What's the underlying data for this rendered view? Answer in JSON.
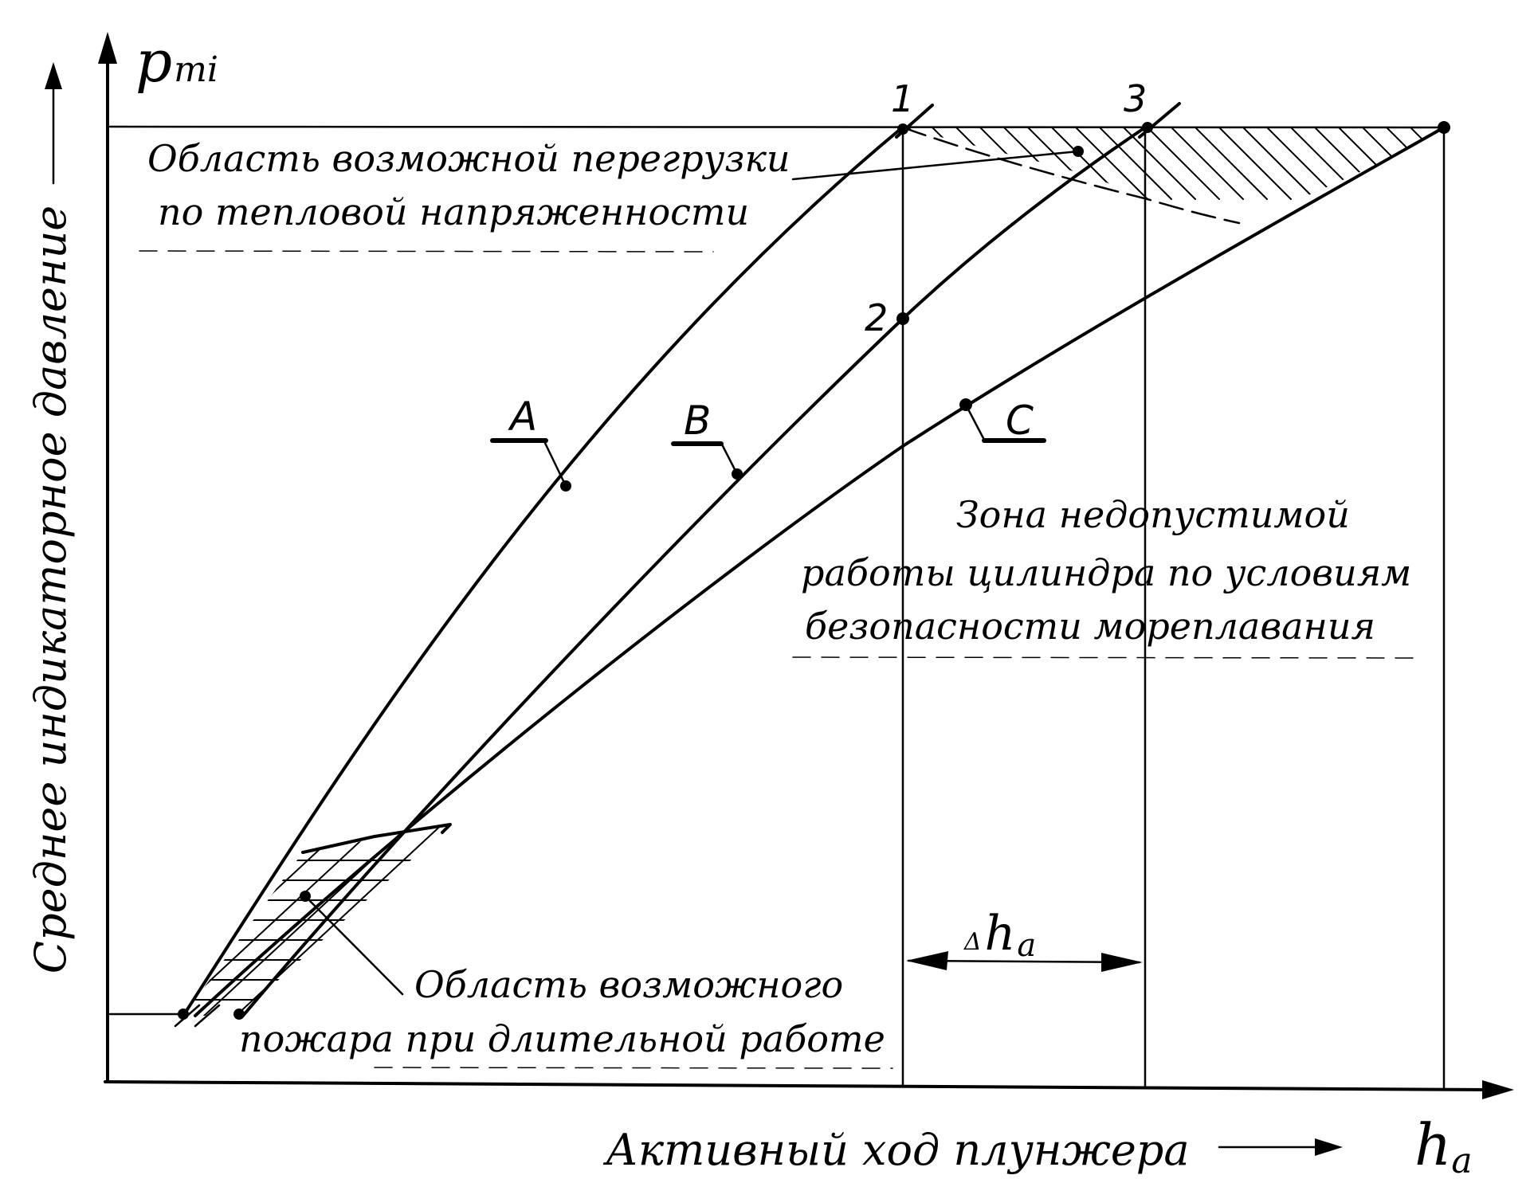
{
  "axes": {
    "y_symbol": "p",
    "y_symbol_sub": "mi",
    "x_symbol": "h",
    "x_symbol_sub": "a",
    "y_title": "Среднее индикаторное давление",
    "x_title": "Активный ход плунжера"
  },
  "curves": {
    "a": "A",
    "b": "B",
    "c": "C"
  },
  "points": {
    "p1": "1",
    "p2": "2",
    "p3": "3"
  },
  "annotations": {
    "overload_line1": "Область возможной перегрузки",
    "overload_line2": "по тепловой напряженности",
    "zone_line1": "Зона недопустимой",
    "zone_line2": "работы цилиндра по условиям",
    "zone_line3": "безопасности мореплавания",
    "fire_line1": "Область возможного",
    "fire_line2": "пожара при длительной работе",
    "delta_prefix": "Δ",
    "delta_symbol": "h",
    "delta_sub": "a"
  }
}
